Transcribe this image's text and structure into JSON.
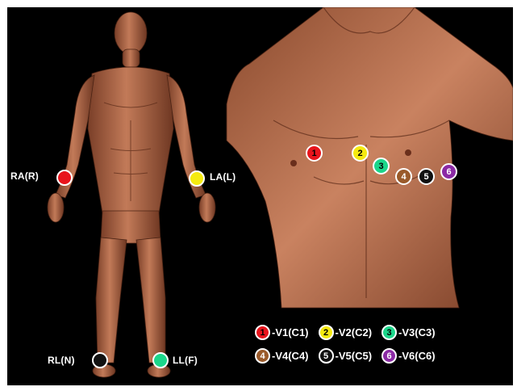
{
  "limb_electrodes": [
    {
      "id": "ra",
      "label": "RA(R)",
      "color": "#e8141c"
    },
    {
      "id": "la",
      "label": "LA(L)",
      "color": "#f5ea10"
    },
    {
      "id": "rl",
      "label": "RL(N)",
      "color": "#111111"
    },
    {
      "id": "ll",
      "label": "LL(F)",
      "color": "#1bd68a"
    }
  ],
  "chest_electrodes": [
    {
      "id": "v1",
      "number": "1",
      "color": "#e8141c",
      "text_color": "#000000"
    },
    {
      "id": "v2",
      "number": "2",
      "color": "#f5ea10",
      "text_color": "#000000"
    },
    {
      "id": "v3",
      "number": "3",
      "color": "#1bd68a",
      "text_color": "#000000"
    },
    {
      "id": "v4",
      "number": "4",
      "color": "#9a5a2a",
      "text_color": "#ffffff"
    },
    {
      "id": "v5",
      "number": "5",
      "color": "#111111",
      "text_color": "#ffffff"
    },
    {
      "id": "v6",
      "number": "6",
      "color": "#8b2aa5",
      "text_color": "#ffffff"
    }
  ],
  "legend": {
    "row1": [
      {
        "number": "1",
        "text": "-V1(C1)",
        "color": "#e8141c",
        "text_color": "#000000"
      },
      {
        "number": "2",
        "text": "-V2(C2)",
        "color": "#f5ea10",
        "text_color": "#000000"
      },
      {
        "number": "3",
        "text": "-V3(C3)",
        "color": "#1bd68a",
        "text_color": "#000000"
      }
    ],
    "row2": [
      {
        "number": "4",
        "text": "-V4(C4)",
        "color": "#9a5a2a",
        "text_color": "#ffffff"
      },
      {
        "number": "5",
        "text": "-V5(C5)",
        "color": "#111111",
        "text_color": "#ffffff"
      },
      {
        "number": "6",
        "text": "-V6(C6)",
        "color": "#8b2aa5",
        "text_color": "#ffffff"
      }
    ]
  }
}
